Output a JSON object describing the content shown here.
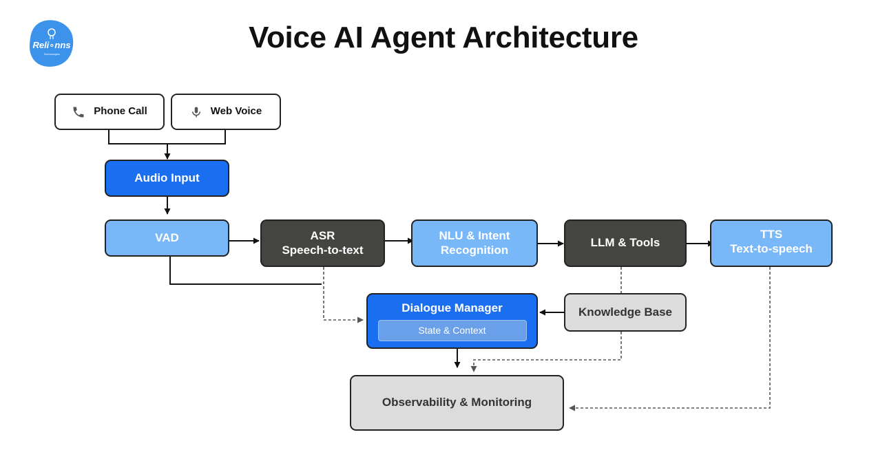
{
  "title": "Voice AI Agent Architecture",
  "logo": {
    "text": "Reli∘nns",
    "subtext": "Technologies"
  },
  "inputs": {
    "phone": {
      "label": "Phone Call",
      "icon": "phone-icon"
    },
    "web": {
      "label": "Web Voice",
      "icon": "microphone-icon"
    }
  },
  "nodes": {
    "audio_input": {
      "label": "Audio Input"
    },
    "vad": {
      "label": "VAD"
    },
    "asr": {
      "line1": "ASR",
      "line2": "Speech-to-text"
    },
    "nlu": {
      "line1": "NLU & Intent",
      "line2": "Recognition"
    },
    "llm": {
      "label": "LLM & Tools"
    },
    "tts": {
      "line1": "TTS",
      "line2": "Text-to-speech"
    },
    "dialogue": {
      "label": "Dialogue Manager",
      "sub": "State & Context"
    },
    "knowledge": {
      "label": "Knowledge Base"
    },
    "observability": {
      "label": "Observability & Monitoring"
    }
  },
  "colors": {
    "blue_dark": "#1a6ff0",
    "blue_light": "#78b8f8",
    "dark": "#444441",
    "grey": "#dcdcdc",
    "logo": "#3d93ec"
  }
}
